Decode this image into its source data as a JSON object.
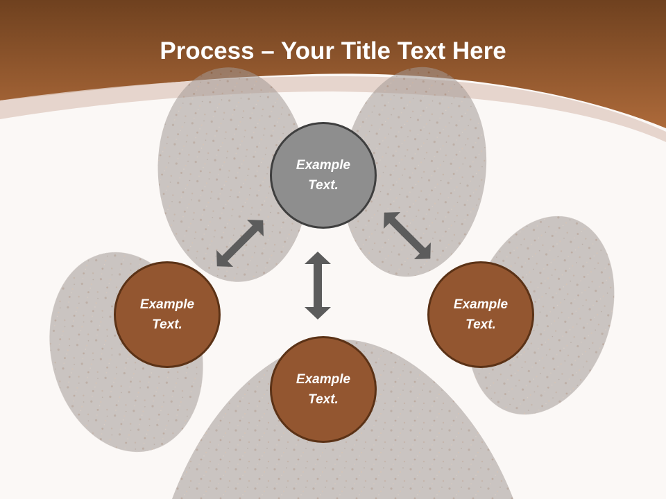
{
  "title": {
    "bold": "Process",
    "rest": " – Your Title Text Here"
  },
  "nodes": {
    "top": {
      "line1": "Example",
      "line2": "Text."
    },
    "left": {
      "line1": "Example",
      "line2": "Text."
    },
    "right": {
      "line1": "Example",
      "line2": "Text."
    },
    "bottom": {
      "line1": "Example",
      "line2": "Text."
    }
  },
  "colors": {
    "header_dark": "#6f411f",
    "header_light": "#a96538",
    "paw_pad": "#9c9490",
    "node_brown": "#935630",
    "node_gray": "#8e8e8e",
    "arrow": "#5c5c5c"
  },
  "icons": [
    "double-headed-arrow-icon"
  ]
}
